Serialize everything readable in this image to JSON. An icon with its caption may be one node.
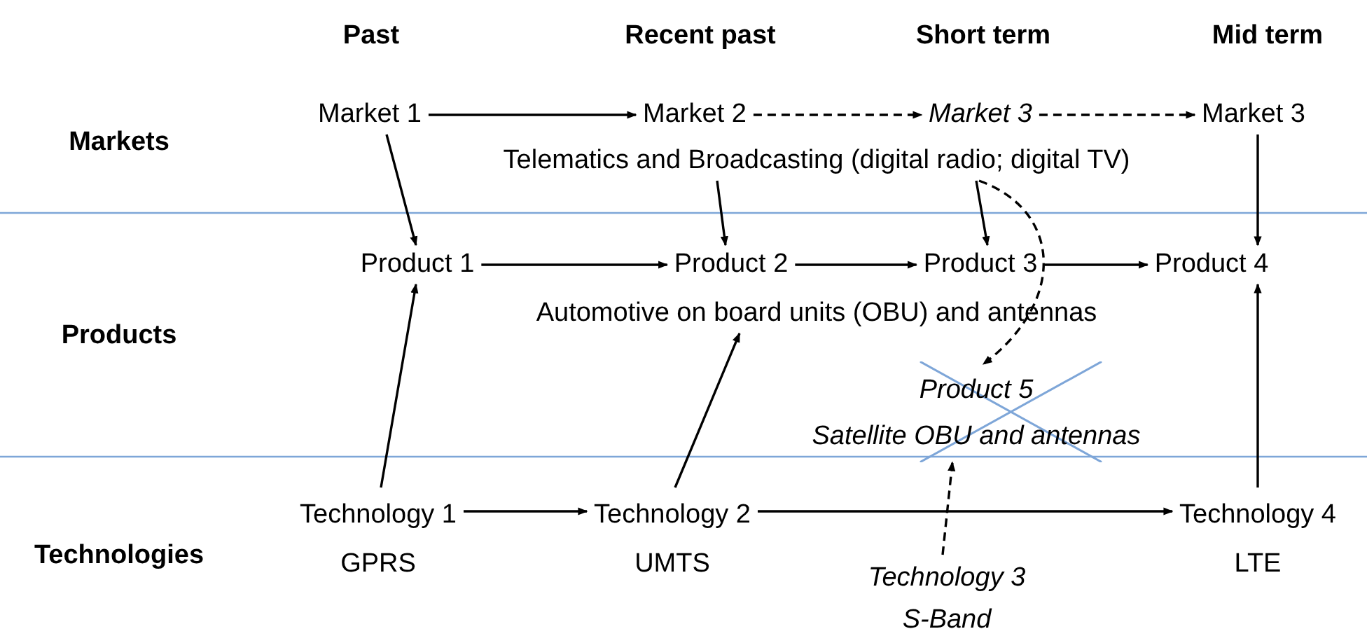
{
  "diagram": {
    "nodes": [
      {
        "text": [
          "Market 1"
        ]
      },
      {
        "text": [
          "Market 2"
        ]
      },
      {
        "text": [
          "*Market 3*"
        ]
      },
      {
        "text": [
          "Market 3"
        ]
      },
      {
        "text": [
          "Telematics and Broadcasting (digital radio; digital TV)"
        ]
      },
      {
        "text": [
          "Product 1"
        ]
      },
      {
        "text": [
          "Product 2"
        ]
      },
      {
        "text": [
          "Product 3"
        ]
      },
      {
        "text": [
          "Product 4"
        ]
      },
      {
        "text": [
          "Automotive on board units (OBU) and antennas"
        ]
      },
      {
        "text": [
          "*Product 5*",
          "*Satellite OBU and antennas*"
        ]
      },
      {
        "text": [
          "Technology 1",
          "GPRS"
        ]
      },
      {
        "text": [
          "Technology 2",
          "UMTS"
        ]
      },
      {
        "text": [
          "*Technology 3*",
          "*S-Band*"
        ]
      },
      {
        "text": [
          "Technology 4",
          "LTE"
        ]
      }
    ],
    "edges": [
      {
        "from": 0,
        "to": 1,
        "arrow": "to"
      },
      {
        "from": 1,
        "to": 2,
        "arrow": "to",
        "style": "dashed"
      },
      {
        "from": 2,
        "to": 3,
        "arrow": "to",
        "style": "dashed"
      },
      {
        "from": 0,
        "to": 5,
        "arrow": "to"
      },
      {
        "from": 4,
        "to": 6,
        "arrow": "to"
      },
      {
        "from": 4,
        "to": 7,
        "arrow": "to"
      },
      {
        "from": 4,
        "to": 10,
        "arrow": "to",
        "style": "dashed"
      },
      {
        "from": 3,
        "to": 8,
        "arrow": "to"
      },
      {
        "from": 5,
        "to": 6,
        "arrow": "to"
      },
      {
        "from": 6,
        "to": 7,
        "arrow": "to"
      },
      {
        "from": 7,
        "to": 8,
        "arrow": "to"
      },
      {
        "from": 11,
        "to": 5,
        "arrow": "to"
      },
      {
        "from": 12,
        "to": 9,
        "arrow": "to"
      },
      {
        "from": 11,
        "to": 12,
        "arrow": "to"
      },
      {
        "from": 12,
        "to": 14,
        "arrow": "to"
      },
      {
        "from": 13,
        "to": 10,
        "arrow": "to",
        "style": "dashed"
      },
      {
        "from": 14,
        "to": 8,
        "arrow": "to"
      }
    ],
    "labels": [
      "Past",
      "Recent past",
      "Short term",
      "Mid term",
      "Markets",
      "Products",
      "Technologies"
    ]
  }
}
